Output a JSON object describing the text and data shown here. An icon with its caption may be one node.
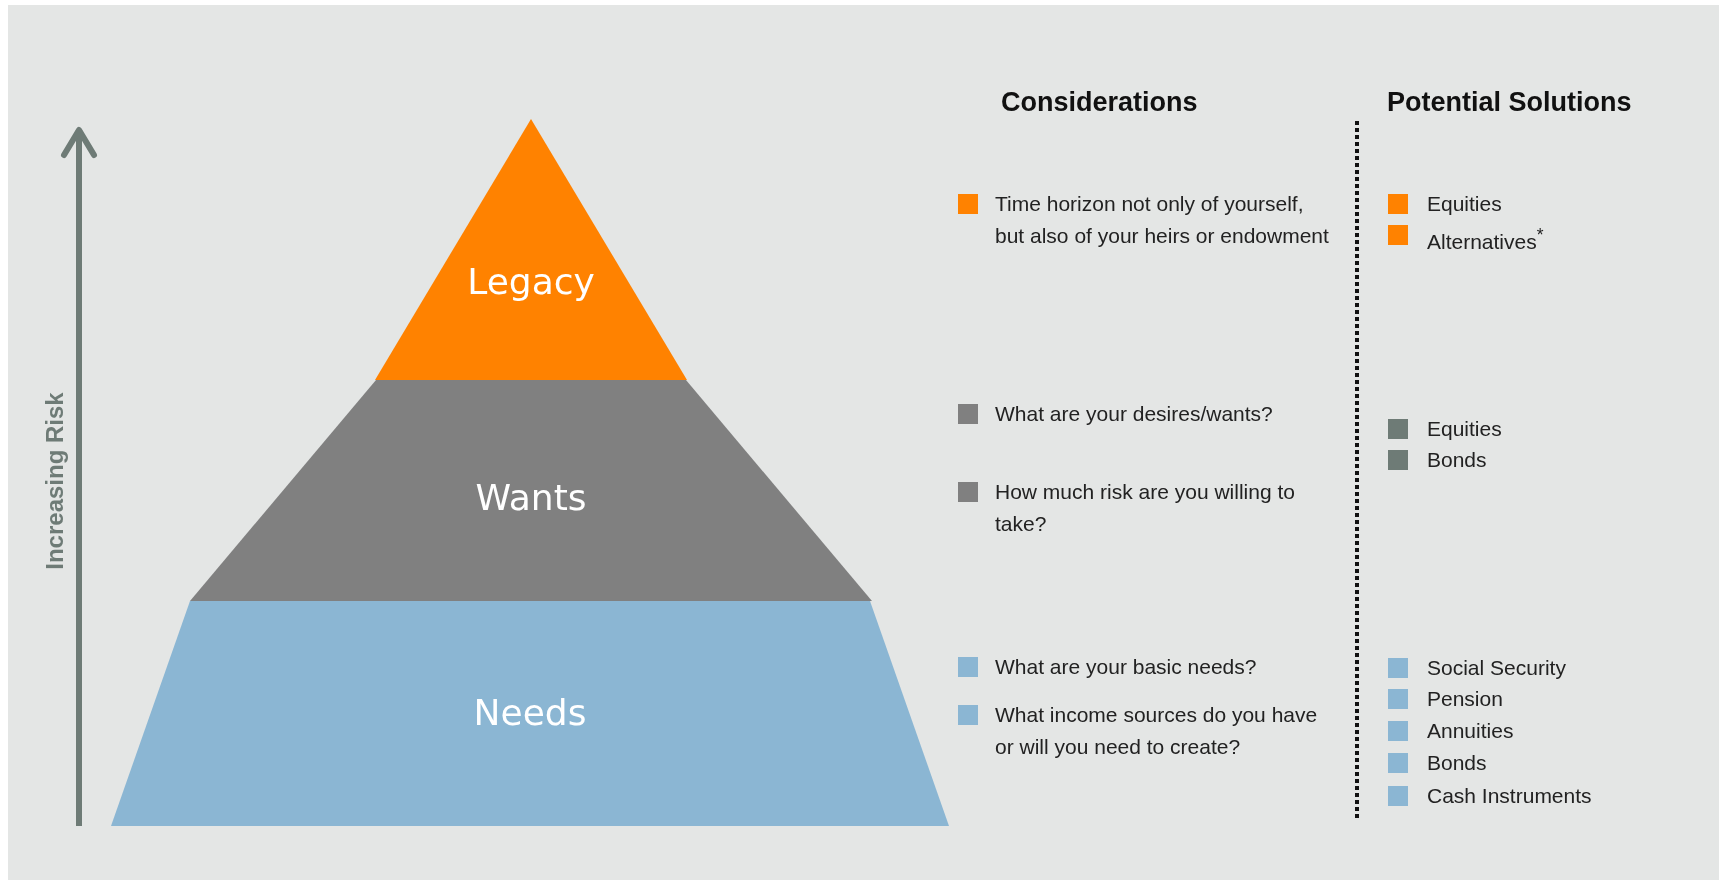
{
  "diagram": {
    "nodes": [
      {
        "text": [
          "Legacy"
        ]
      },
      {
        "text": [
          "Wants"
        ]
      },
      {
        "text": [
          "Needs"
        ]
      }
    ],
    "edges": [],
    "labels": [
      "Increasing Risk",
      "Considerations",
      "Potential Solutions",
      "Time horizon not only of yourself, but also of your heirs or endowment",
      "Equities",
      "Alternatives$^{*}$",
      "What are your desires/wants?",
      "How much risk are you willing to take?",
      "Equities",
      "Bonds",
      "What are your basic needs?",
      "What income sources do you have or will you need to create?",
      "Social Security",
      "Pension",
      "Annuities",
      "Bonds",
      "Cash Instruments"
    ]
  }
}
